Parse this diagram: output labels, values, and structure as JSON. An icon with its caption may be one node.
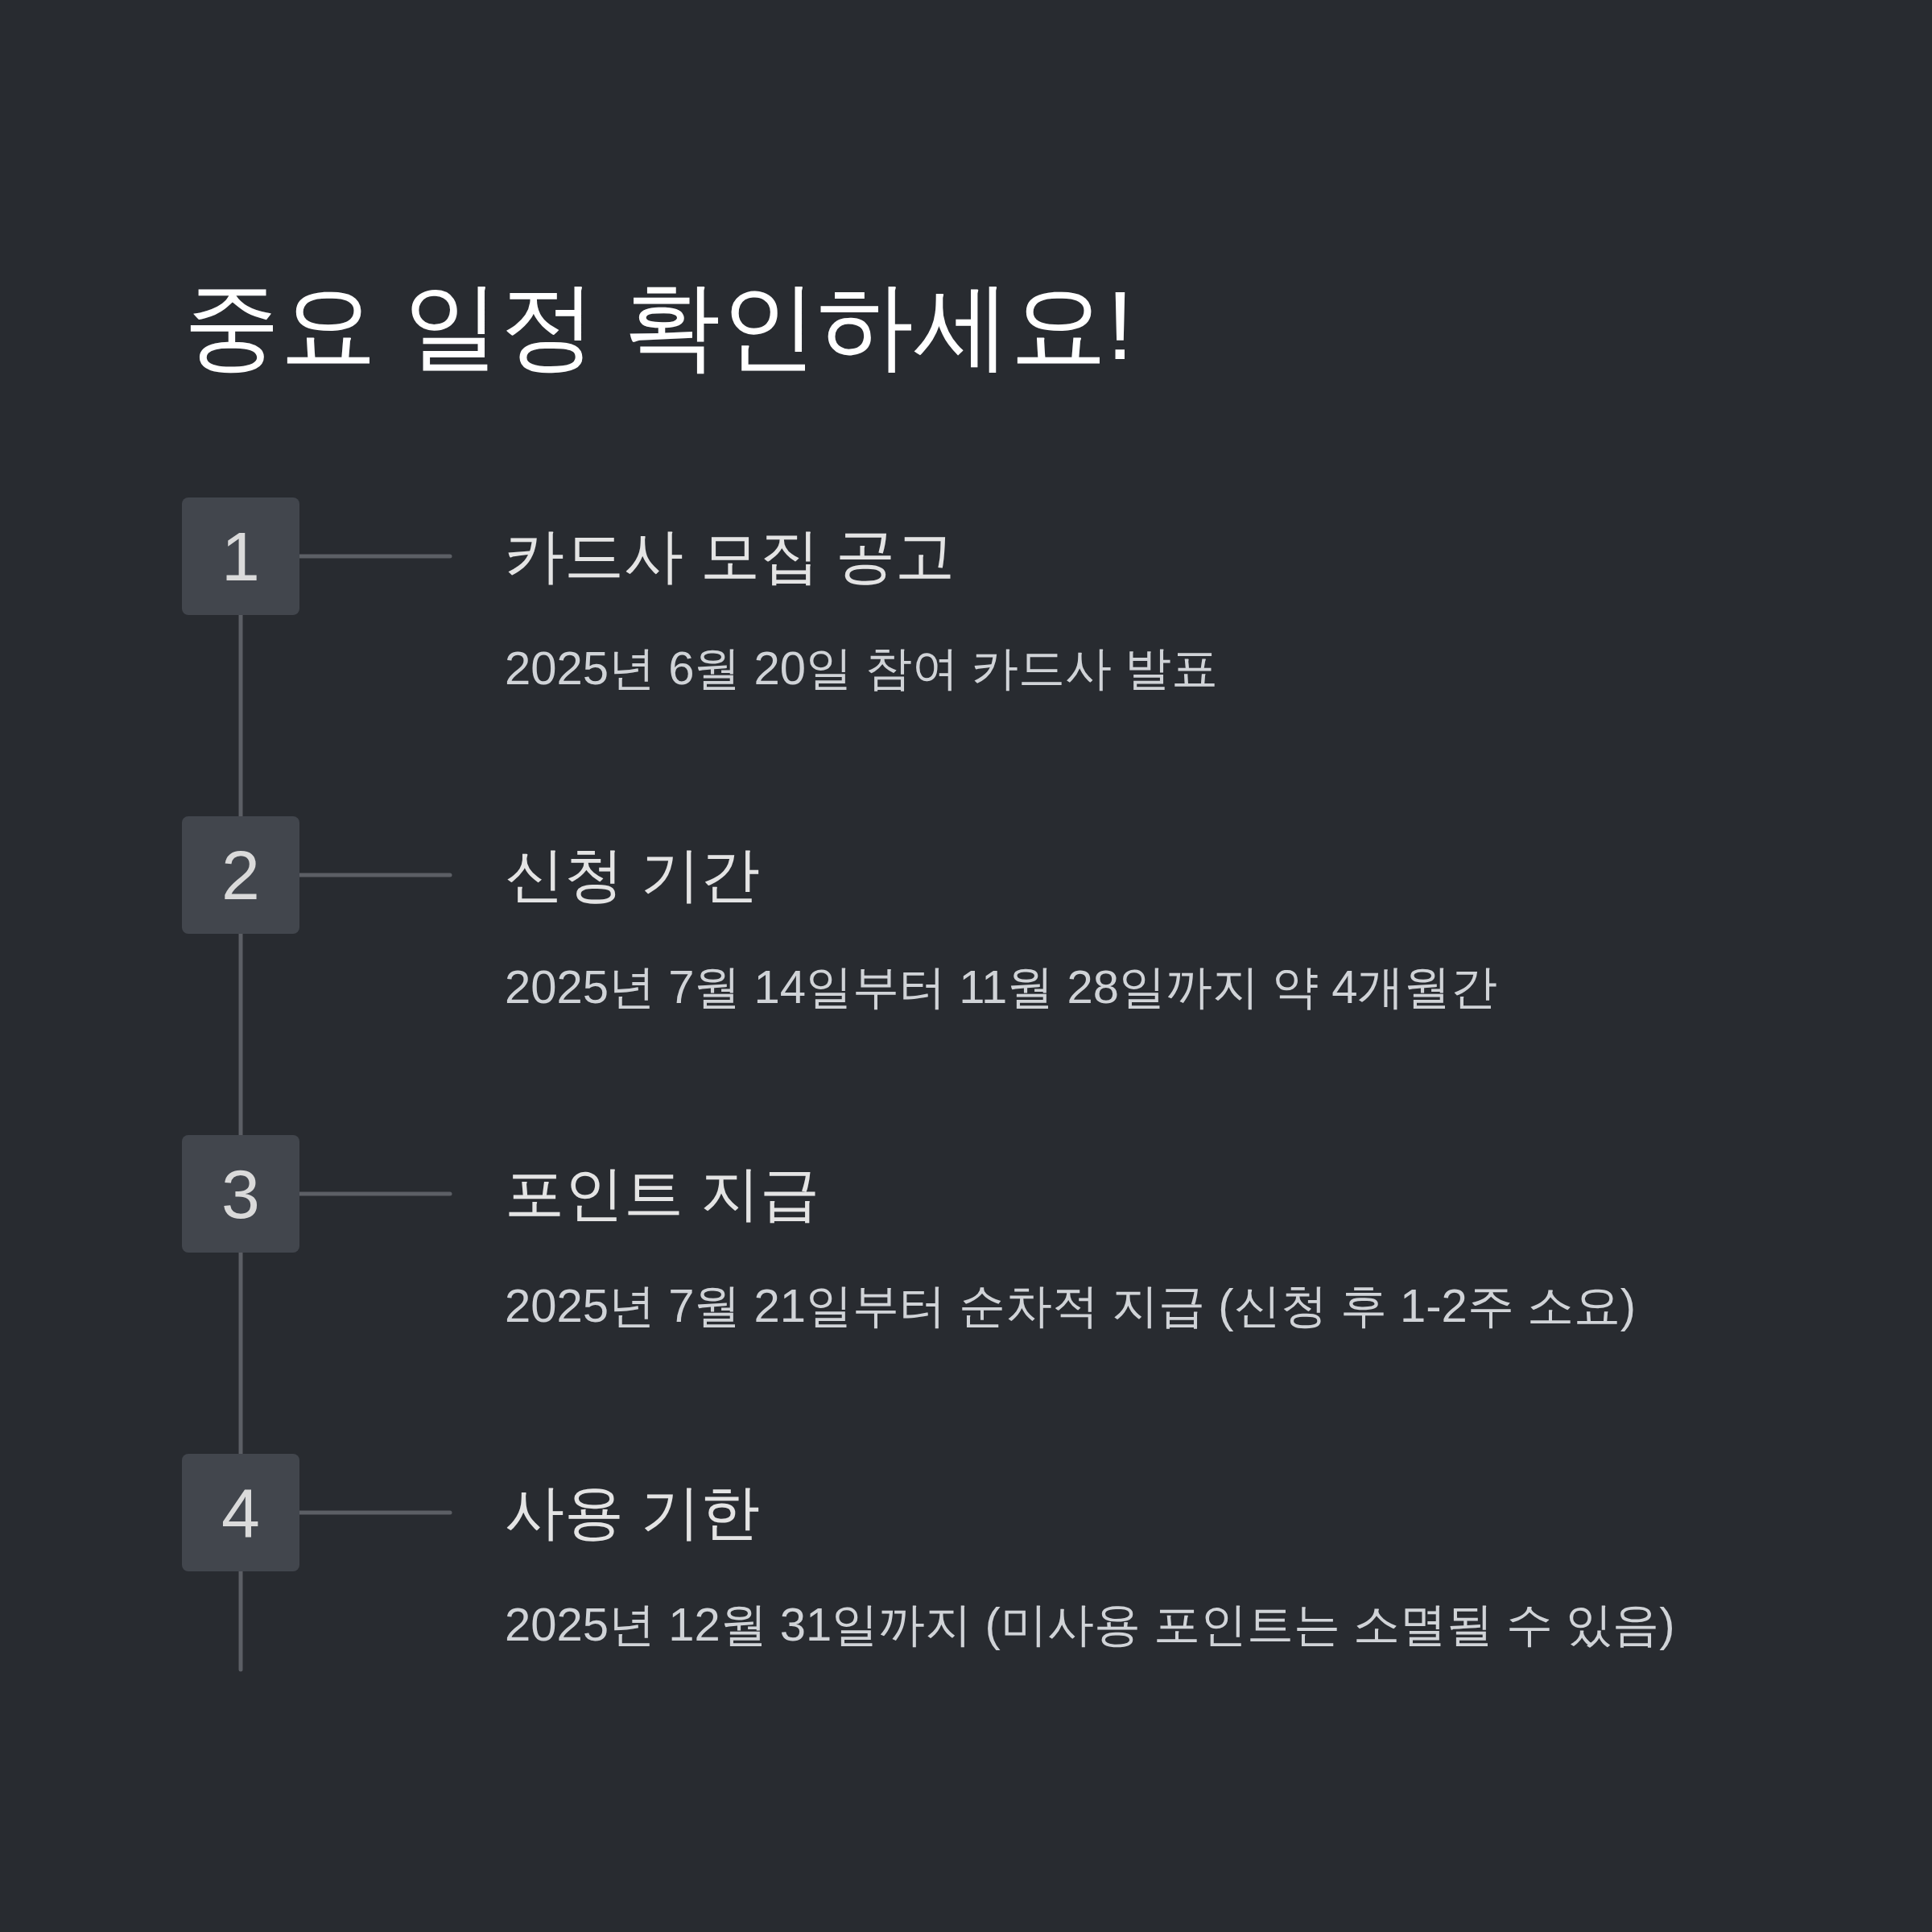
{
  "diagram": {
    "title": "중요 일정 확인하세요!",
    "nodes": [
      {
        "text": [
          "1"
        ]
      },
      {
        "text": [
          "카드사 모집 공고",
          "2025년 6월 20일 참여 카드사 발표"
        ]
      },
      {
        "text": [
          "2"
        ]
      },
      {
        "text": [
          "신청 기간",
          "2025년 7월 14일부터 11월 28일까지 약 4개월간"
        ]
      },
      {
        "text": [
          "3"
        ]
      },
      {
        "text": [
          "포인트 지급",
          "2025년 7월 21일부터 순차적 지급 (신청 후 1-2주 소요)"
        ]
      },
      {
        "text": [
          "4"
        ]
      },
      {
        "text": [
          "사용 기한",
          "2025년 12월 31일까지 (미사용 포인트는 소멸될 수 있음)"
        ]
      }
    ],
    "edges": [
      {
        "from": 0,
        "to": 1,
        "arrow": "none"
      },
      {
        "from": 0,
        "to": 2,
        "arrow": "none"
      },
      {
        "from": 2,
        "to": 3,
        "arrow": "none"
      },
      {
        "from": 2,
        "to": 4,
        "arrow": "none"
      },
      {
        "from": 4,
        "to": 5,
        "arrow": "none"
      },
      {
        "from": 4,
        "to": 6,
        "arrow": "none"
      },
      {
        "from": 6,
        "to": 7,
        "arrow": "none"
      },
      {
        "from": 6,
        "to": null,
        "arrow": "none"
      }
    ]
  }
}
